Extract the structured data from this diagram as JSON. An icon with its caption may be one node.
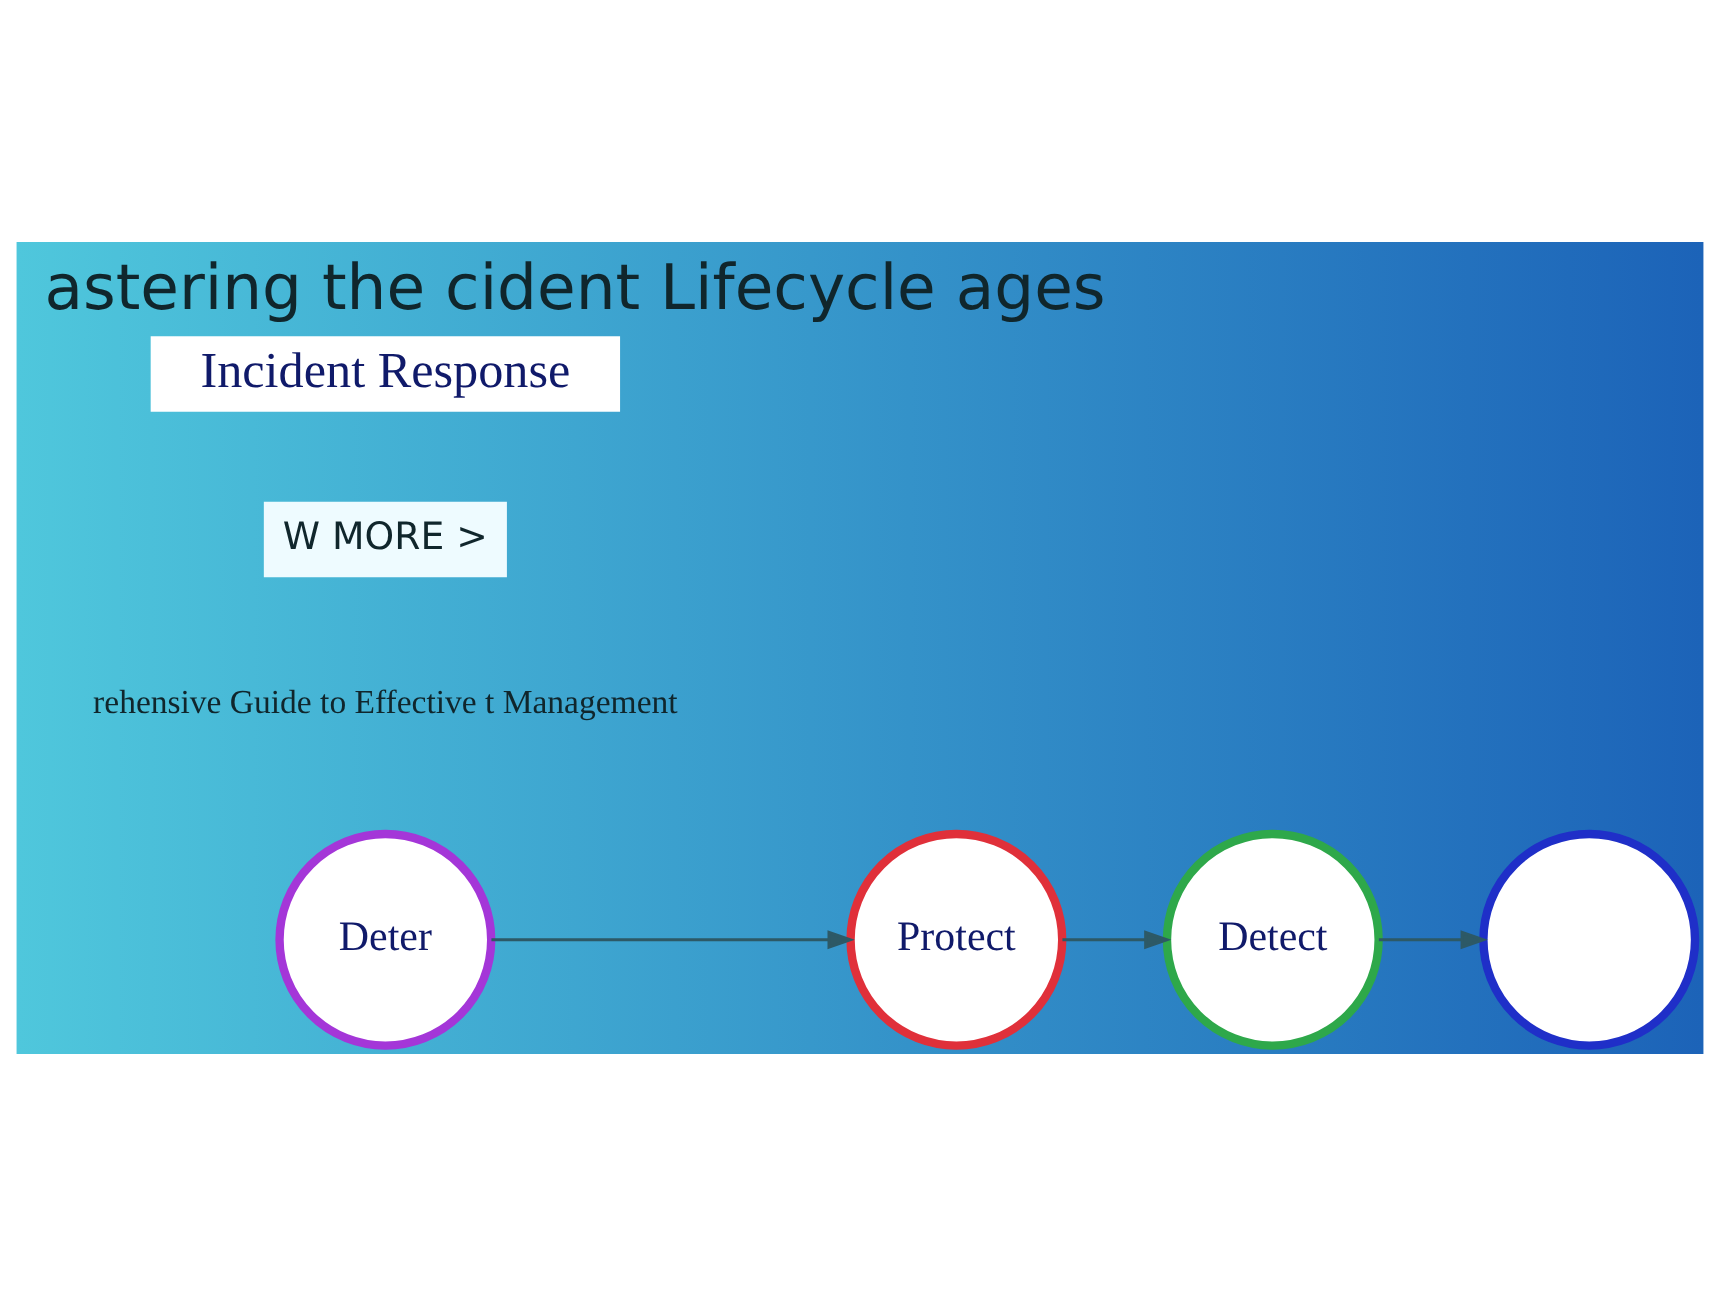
{
  "diagram": {
    "title": "astering the cident Lifecycle ages",
    "nodes": [
      {
        "text": [
          "Detect"
        ]
      },
      {
        "text": [],
        "shape": "circle"
      },
      {
        "text": [
          "Protect"
        ]
      },
      {
        "text": [
          "Deter"
        ]
      }
    ],
    "edges": [
      {
        "from": 2,
        "to": 0,
        "arrow": "to"
      },
      {
        "from": 0,
        "to": 1,
        "arrow": "to"
      },
      {
        "from": 3,
        "to": 2,
        "arrow": "to"
      }
    ],
    "labels": [
      "rehensive Guide to Effective t Management",
      "W MORE >",
      "Incident Response"
    ]
  }
}
